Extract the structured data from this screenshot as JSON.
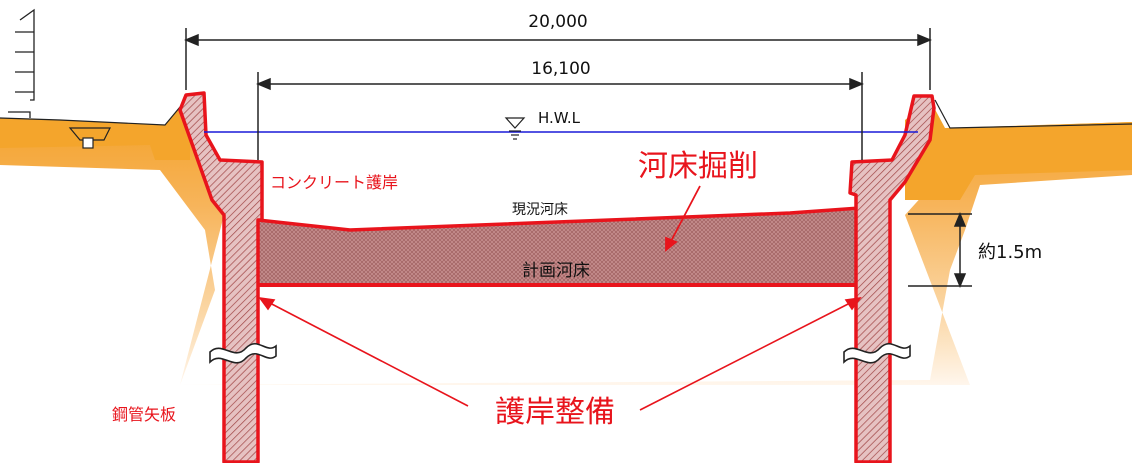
{
  "dimensions": {
    "overall_width": "20,000",
    "inner_width": "16,100",
    "excavation_depth": "約1.5m"
  },
  "water_level": {
    "label": "H.W.L",
    "line_color": "#1a1ad8"
  },
  "labels": {
    "concrete_revetment": "コンクリート護岸",
    "riverbed_excavation": "河床掘削",
    "current_riverbed": "現況河床",
    "planned_riverbed": "計画河床",
    "steel_pipe_sheet_pile": "鋼管矢板",
    "revetment_work": "護岸整備"
  },
  "colors": {
    "accent_red": "#e8141c",
    "ground_orange": "#f5a623",
    "excavation_fill": "#c48a8a",
    "hatch": "#b94a4a"
  }
}
